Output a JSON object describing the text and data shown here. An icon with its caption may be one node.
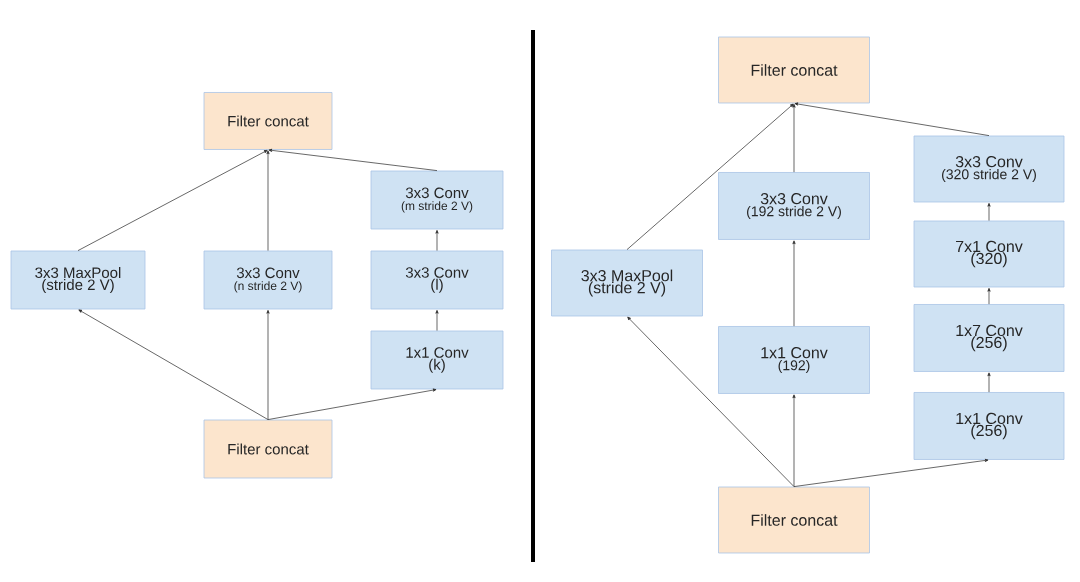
{
  "diagram": {
    "nodes": [
      {
        "text": [
          "Filter concat"
        ]
      },
      {
        "text": [
          "3x3 MaxPool",
          "(stride 2 V)"
        ]
      },
      {
        "text": [
          "3x3 Conv",
          "(n stride 2 V)"
        ]
      },
      {
        "text": [
          "3x3 Conv",
          "(m stride 2 V)"
        ]
      },
      {
        "text": [
          "3x3 Conv",
          "(l)"
        ]
      },
      {
        "text": [
          "1x1 Conv",
          "(k)"
        ]
      },
      {
        "text": [
          "Filter concat"
        ]
      },
      {
        "text": [
          "Filter concat"
        ]
      },
      {
        "text": [
          "3x3 MaxPool",
          "(stride 2 V)"
        ]
      },
      {
        "text": [
          "3x3 Conv",
          "(192 stride 2 V)"
        ]
      },
      {
        "text": [
          "1x1 Conv",
          "(192)"
        ]
      },
      {
        "text": [
          "3x3 Conv",
          "(320 stride 2 V)"
        ]
      },
      {
        "text": [
          "7x1 Conv",
          "(320)"
        ]
      },
      {
        "text": [
          "1x7 Conv",
          "(256)"
        ]
      },
      {
        "text": [
          "1x1 Conv",
          "(256)"
        ]
      },
      {
        "text": [
          "Filter concat"
        ]
      }
    ],
    "edges": [
      {
        "from": 6,
        "to": 1,
        "arrow": "to"
      },
      {
        "from": 6,
        "to": 2,
        "arrow": "to"
      },
      {
        "from": 6,
        "to": 5,
        "arrow": "to"
      },
      {
        "from": 5,
        "to": 4,
        "arrow": "to"
      },
      {
        "from": 4,
        "to": 3,
        "arrow": "to"
      },
      {
        "from": 1,
        "to": 0,
        "arrow": "to"
      },
      {
        "from": 2,
        "to": 0,
        "arrow": "to"
      },
      {
        "from": 3,
        "to": 0,
        "arrow": "to"
      },
      {
        "from": 15,
        "to": 8,
        "arrow": "to"
      },
      {
        "from": 15,
        "to": 10,
        "arrow": "to"
      },
      {
        "from": 15,
        "to": 14,
        "arrow": "to"
      },
      {
        "from": 14,
        "to": 13,
        "arrow": "to"
      },
      {
        "from": 13,
        "to": 12,
        "arrow": "to"
      },
      {
        "from": 12,
        "to": 11,
        "arrow": "to"
      },
      {
        "from": 10,
        "to": 9,
        "arrow": "to"
      },
      {
        "from": 8,
        "to": 7,
        "arrow": "to"
      },
      {
        "from": 9,
        "to": 7,
        "arrow": "to"
      },
      {
        "from": 11,
        "to": 7,
        "arrow": "to"
      }
    ]
  }
}
